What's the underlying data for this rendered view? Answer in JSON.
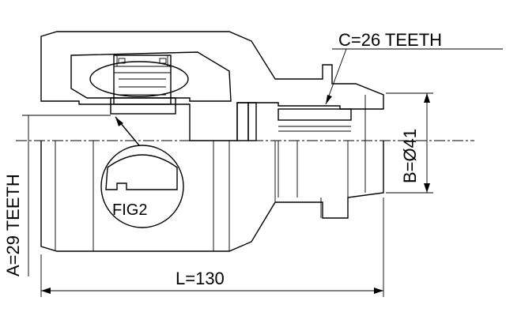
{
  "labels": {
    "c_teeth": "C=26 TEETH",
    "b_diameter": "B=Ø41",
    "a_teeth": "A=29 TEETH",
    "length": "L=130",
    "fig": "FIG2"
  }
}
